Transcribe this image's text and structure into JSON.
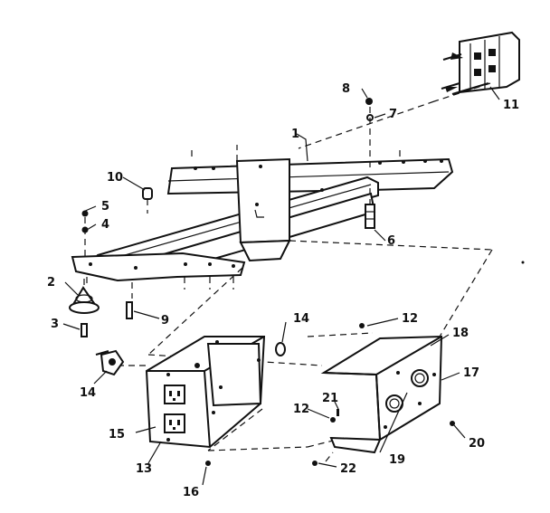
{
  "callouts": [
    {
      "id": "1",
      "text": "1"
    },
    {
      "id": "2",
      "text": "2"
    },
    {
      "id": "3",
      "text": "3"
    },
    {
      "id": "4",
      "text": "4"
    },
    {
      "id": "5",
      "text": "5"
    },
    {
      "id": "6",
      "text": "6"
    },
    {
      "id": "7",
      "text": "7"
    },
    {
      "id": "8",
      "text": "8"
    },
    {
      "id": "9",
      "text": "9"
    },
    {
      "id": "10",
      "text": "10"
    },
    {
      "id": "11",
      "text": "11"
    },
    {
      "id": "12a",
      "text": "12"
    },
    {
      "id": "12b",
      "text": "12"
    },
    {
      "id": "13",
      "text": "13"
    },
    {
      "id": "14a",
      "text": "14"
    },
    {
      "id": "14b",
      "text": "14"
    },
    {
      "id": "15",
      "text": "15"
    },
    {
      "id": "16",
      "text": "16"
    },
    {
      "id": "17",
      "text": "17"
    },
    {
      "id": "18",
      "text": "18"
    },
    {
      "id": "19",
      "text": "19"
    },
    {
      "id": "20",
      "text": "20"
    },
    {
      "id": "21",
      "text": "21"
    },
    {
      "id": "22",
      "text": "22"
    }
  ]
}
